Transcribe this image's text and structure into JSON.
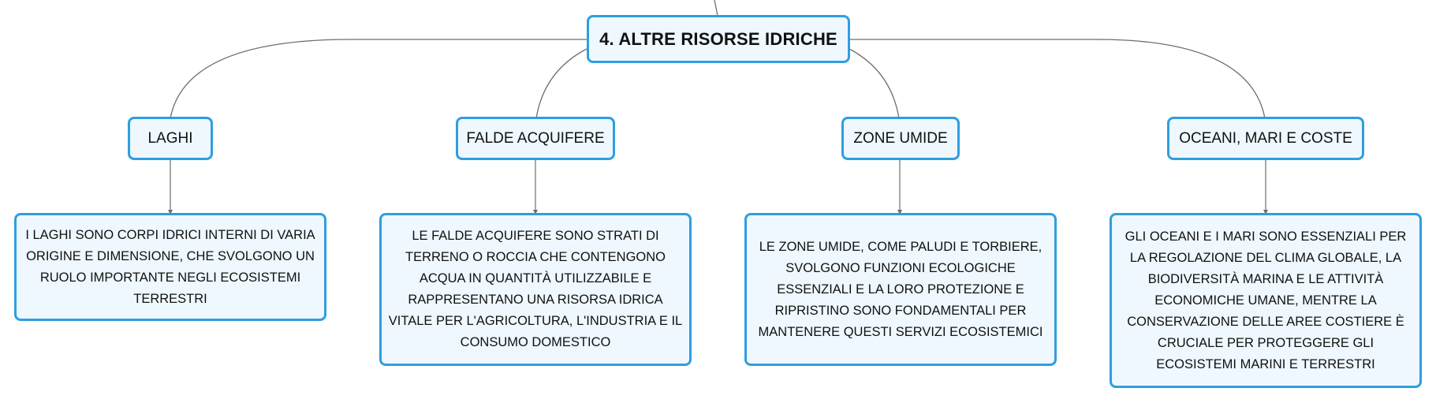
{
  "map": {
    "root": {
      "label": "4. ALTRE RISORSE IDRICHE"
    },
    "topics": [
      {
        "label": "LAGHI",
        "description": "I LAGHI SONO CORPI IDRICI INTERNI DI VARIA ORIGINE E DIMENSIONE, CHE SVOLGONO UN RUOLO IMPORTANTE NEGLI ECOSISTEMI TERRESTRI"
      },
      {
        "label": "FALDE ACQUIFERE",
        "description": "LE FALDE ACQUIFERE SONO STRATI DI TERRENO O ROCCIA CHE CONTENGONO ACQUA IN QUANTITÀ UTILIZZABILE E RAPPRESENTANO UNA RISORSA IDRICA VITALE PER L'AGRICOLTURA, L'INDUSTRIA E IL CONSUMO DOMESTICO"
      },
      {
        "label": "ZONE UMIDE",
        "description": "LE ZONE UMIDE, COME PALUDI E TORBIERE, SVOLGONO FUNZIONI ECOLOGICHE ESSENZIALI E LA LORO PROTEZIONE E RIPRISTINO SONO FONDAMENTALI PER MANTENERE QUESTI SERVIZI ECOSISTEMICI"
      },
      {
        "label": "OCEANI, MARI E COSTE",
        "description": "GLI OCEANI E I MARI SONO ESSENZIALI PER LA REGOLAZIONE DEL CLIMA GLOBALE, LA BIODIVERSITÀ MARINA E LE ATTIVITÀ ECONOMICHE UMANE, MENTRE LA CONSERVAZIONE DELLE AREE COSTIERE È CRUCIALE PER PROTEGGERE GLI ECOSISTEMI MARINI E TERRESTRI"
      }
    ]
  },
  "colors": {
    "border": "#2f9ee0",
    "fill": "#eef8fe",
    "connector": "#6e6e6e"
  }
}
